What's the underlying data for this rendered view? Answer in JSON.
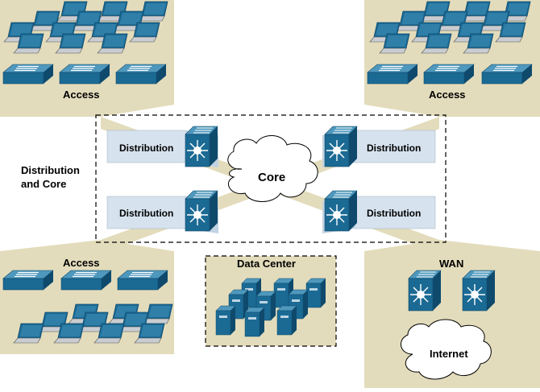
{
  "labels": {
    "access_top_left": "Access",
    "access_top_right": "Access",
    "access_bottom_left": "Access",
    "distribution_and_core_line1": "Distribution",
    "distribution_and_core_line2": "and Core",
    "core": "Core",
    "data_center": "Data Center",
    "wan": "WAN",
    "internet": "Internet"
  },
  "distribution_blocks": [
    {
      "label": "Distribution"
    },
    {
      "label": "Distribution"
    },
    {
      "label": "Distribution"
    },
    {
      "label": "Distribution"
    }
  ],
  "colors": {
    "zone_fill": "#e3dcbc",
    "device_front": "#1b6a94",
    "device_top": "#4f98bd",
    "device_dark": "#0f4a6d",
    "dist_bar": "#d6e2ee",
    "cloud_fill": "#ffffff"
  },
  "icons": {
    "access_switch": "layer2-switch-icon",
    "multilayer_switch": "multilayer-switch-icon",
    "laptop": "laptop-icon",
    "server": "server-icon",
    "cloud": "cloud-icon"
  }
}
